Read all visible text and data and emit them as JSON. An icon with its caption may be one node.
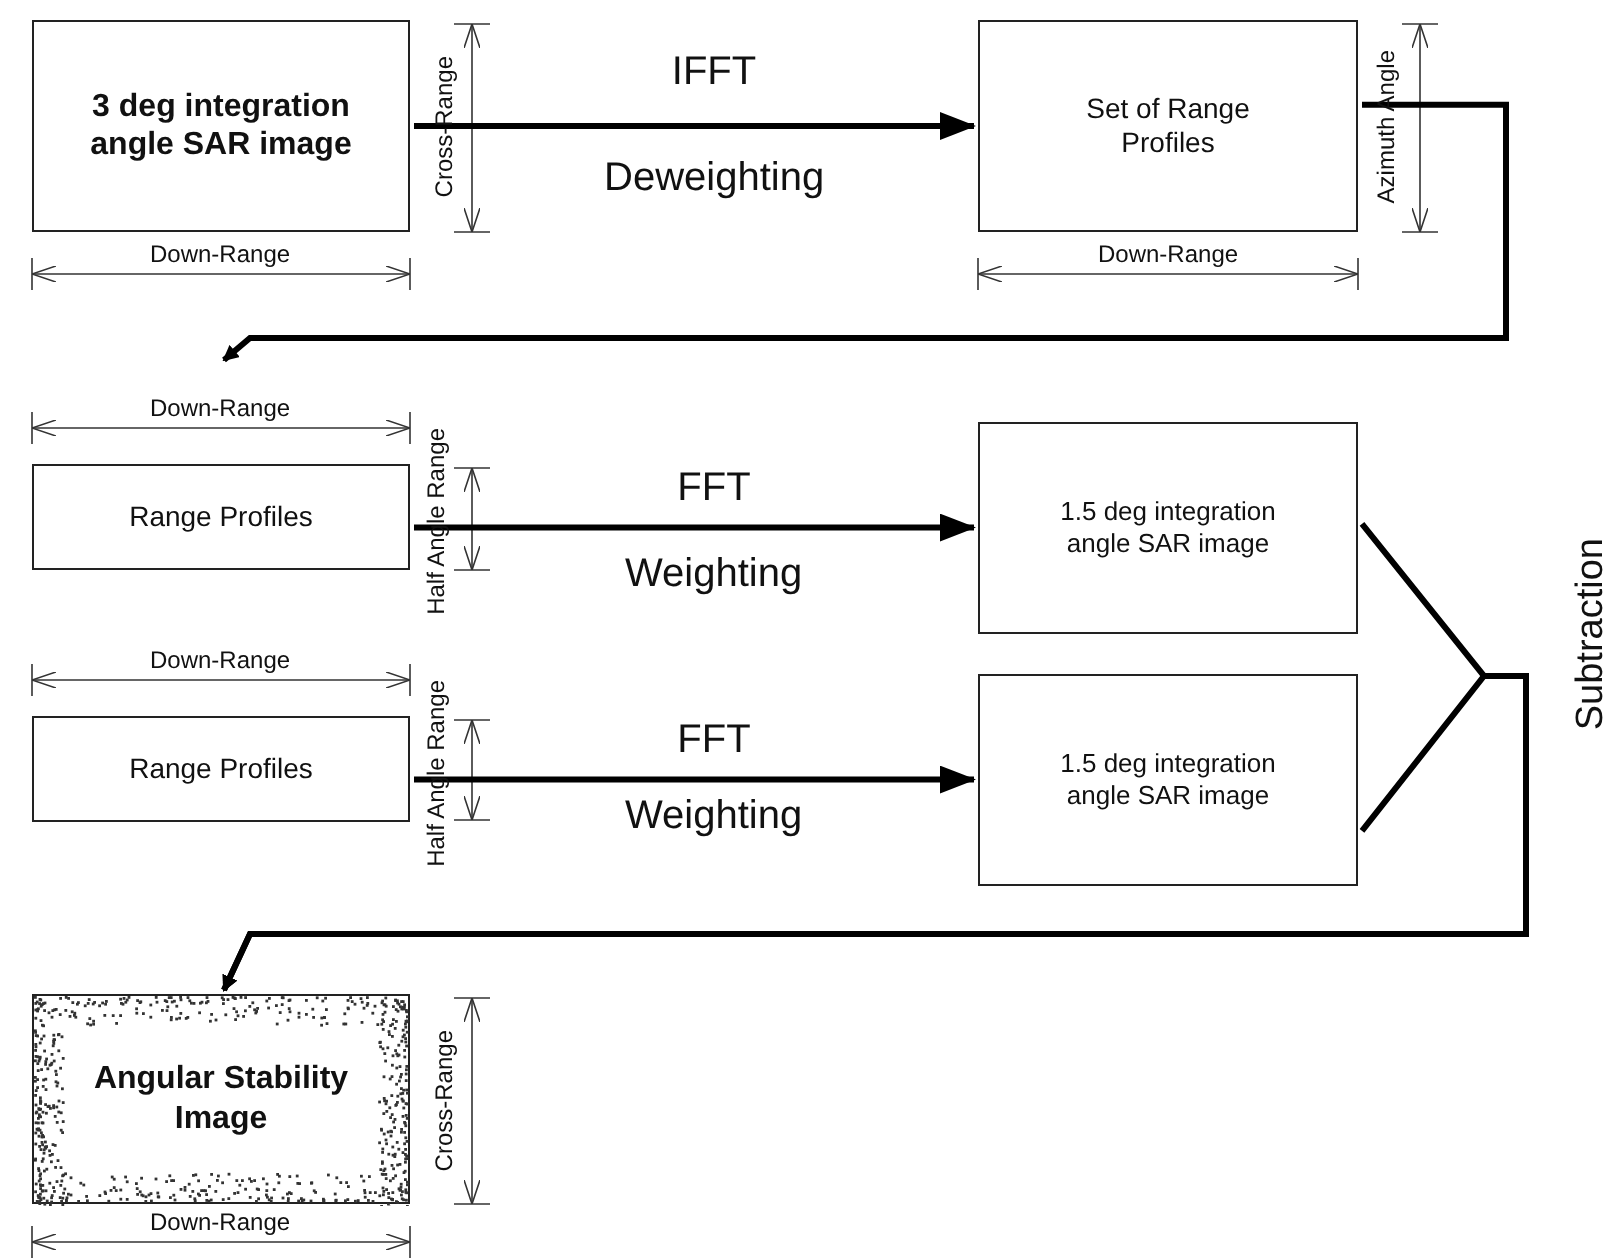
{
  "diagram": {
    "nodes": [
      {
        "text": [
          "3 deg integration angle SAR image"
        ]
      },
      {
        "text": [
          "Set of Range Profiles"
        ]
      },
      {
        "text": [
          "Range Profiles"
        ]
      },
      {
        "text": [
          "1.5 deg integration angle SAR image"
        ]
      },
      {
        "text": [
          "Range Profiles"
        ]
      },
      {
        "text": [
          "1.5 deg integration angle SAR image"
        ]
      },
      {
        "text": [
          "Angular Stability Image"
        ]
      }
    ],
    "edges": [
      {
        "from": 0,
        "to": 1,
        "arrow": "to",
        "label": "IFFT"
      },
      {
        "from": 1,
        "to": null,
        "arrow": "to"
      },
      {
        "from": 2,
        "to": 3,
        "arrow": "to",
        "label": "FFT"
      },
      {
        "from": 4,
        "to": 5,
        "arrow": "to",
        "label": "FFT"
      },
      {
        "from": 3,
        "to": 6,
        "arrow": "to"
      },
      {
        "from": 5,
        "to": 6,
        "arrow": "to"
      }
    ],
    "labels": [
      "Cross-Range",
      "Deweighting",
      "Azimuth Angle",
      "Down-Range",
      "Down-Range",
      "Down-Range",
      "Half Angle Range",
      "Weighting",
      "Down-Range",
      "Half Angle Range",
      "Weighting",
      "Subtraction",
      "Cross-Range",
      "Down-Range"
    ]
  }
}
